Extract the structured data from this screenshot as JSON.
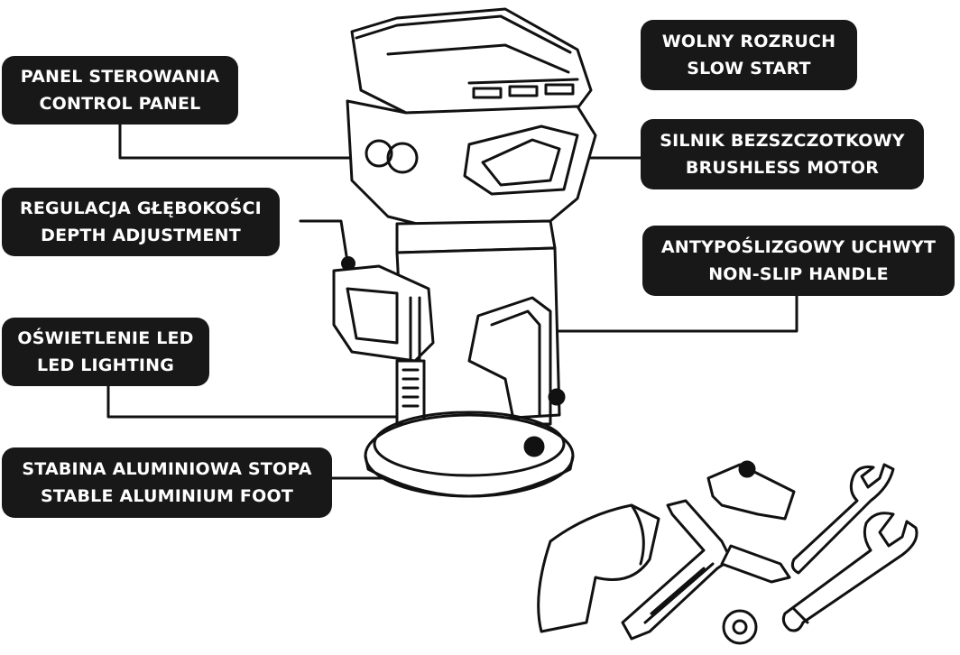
{
  "labels": {
    "control_panel": {
      "pl": "PANEL STEROWANIA",
      "en": "CONTROL PANEL"
    },
    "depth_adjustment": {
      "pl": "REGULACJA GŁĘBOKOŚCI",
      "en": "DEPTH ADJUSTMENT"
    },
    "led_lighting": {
      "pl": "OŚWIETLENIE LED",
      "en": "LED LIGHTING"
    },
    "aluminium_foot": {
      "pl": "STABINA ALUMINIOWA STOPA",
      "en": "STABLE ALUMINIUM FOOT"
    },
    "slow_start": {
      "pl": "WOLNY ROZRUCH",
      "en": "SLOW START"
    },
    "brushless_motor": {
      "pl": "SILNIK BEZSZCZOTKOWY",
      "en": "BRUSHLESS MOTOR"
    },
    "non_slip_handle": {
      "pl": "ANTYPOŚLIZGOWY UCHWYT",
      "en": "NON-SLIP HANDLE"
    }
  }
}
